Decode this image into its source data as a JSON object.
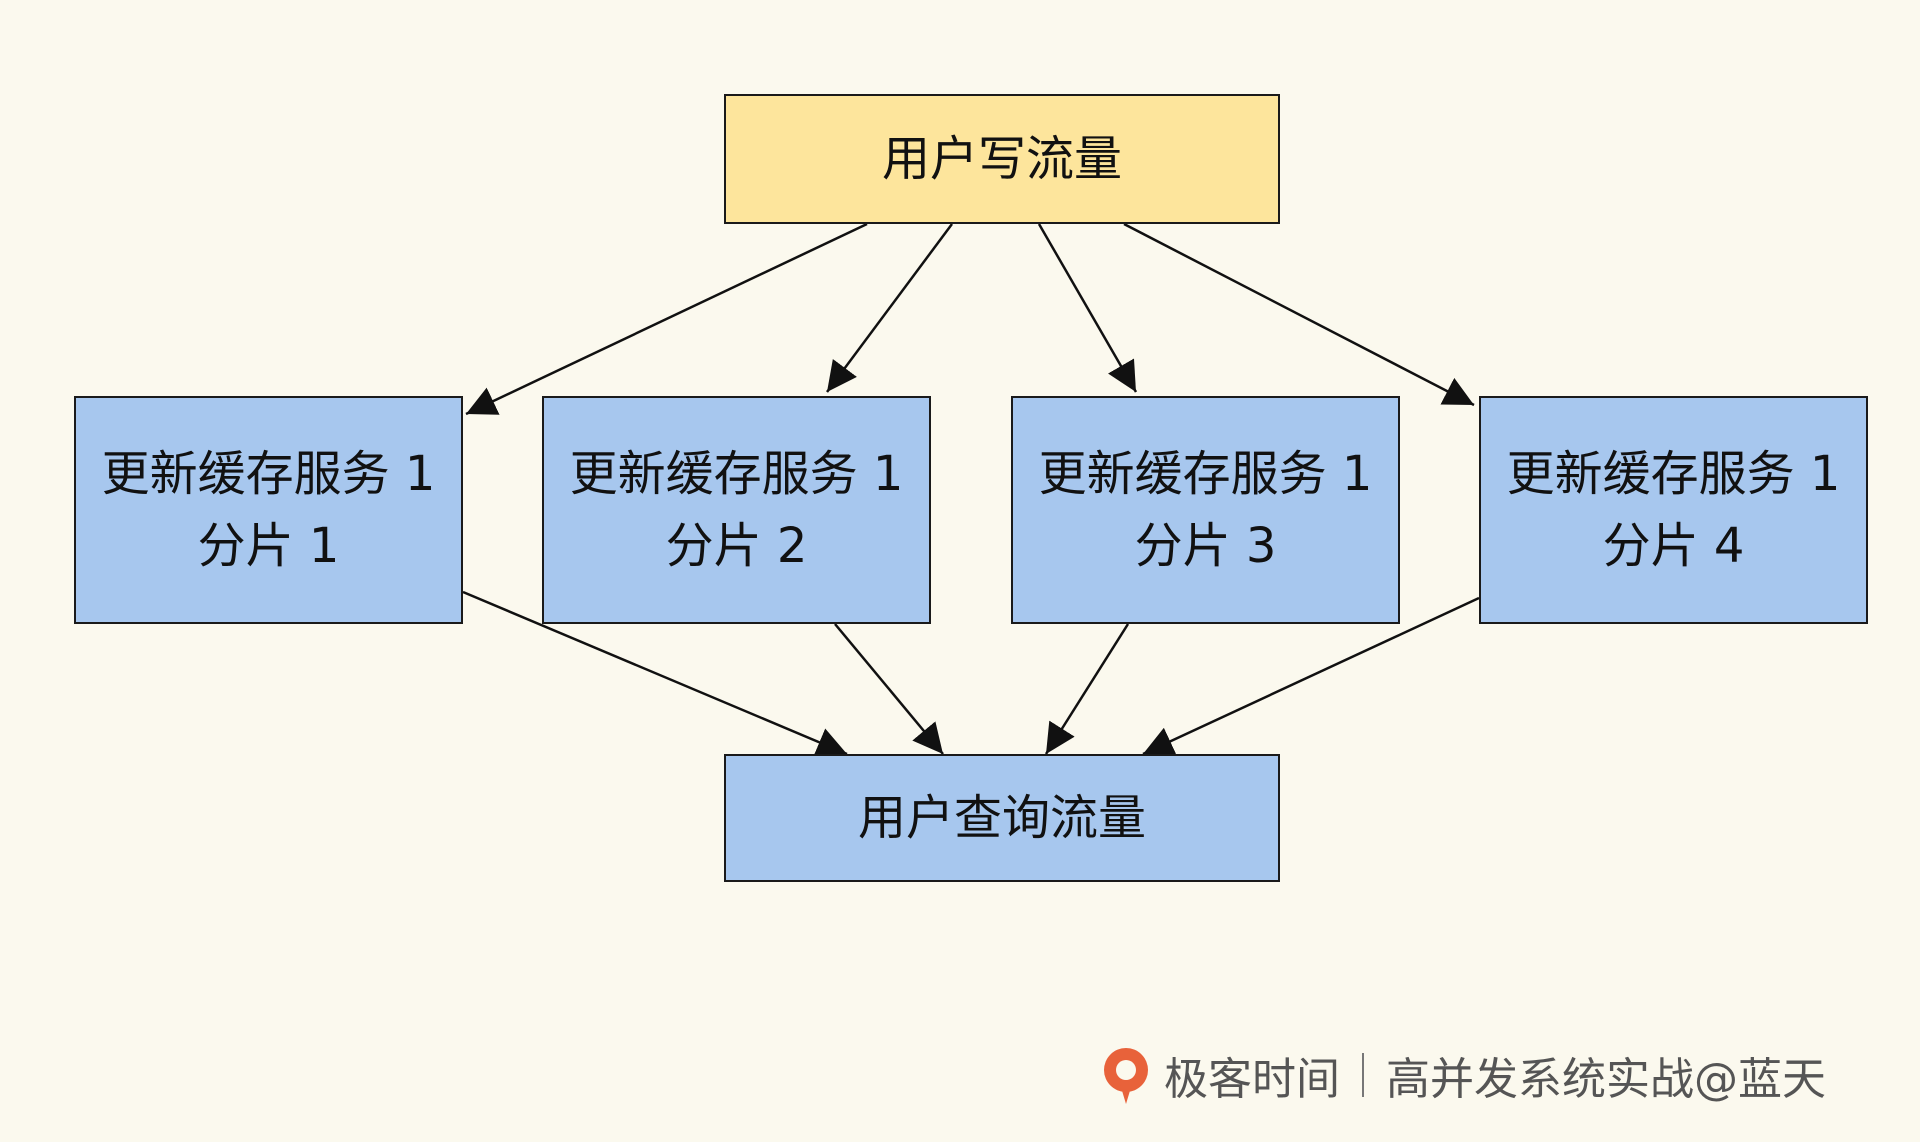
{
  "nodes": {
    "write": {
      "label": "用户写流量"
    },
    "shards": [
      {
        "line1": "更新缓存服务 1",
        "line2": "分片 1"
      },
      {
        "line1": "更新缓存服务 1",
        "line2": "分片 2"
      },
      {
        "line1": "更新缓存服务 1",
        "line2": "分片 3"
      },
      {
        "line1": "更新缓存服务 1",
        "line2": "分片 4"
      }
    ],
    "query": {
      "label": "用户查询流量"
    }
  },
  "watermark": {
    "brand": "极客时间",
    "text": "高并发系统实战@蓝天"
  },
  "colors": {
    "write_fill": "#fde59c",
    "node_fill": "#a7c7ee",
    "stroke": "#1a1a1a",
    "background": "#fbf9ee",
    "logo": "#e8623a"
  }
}
